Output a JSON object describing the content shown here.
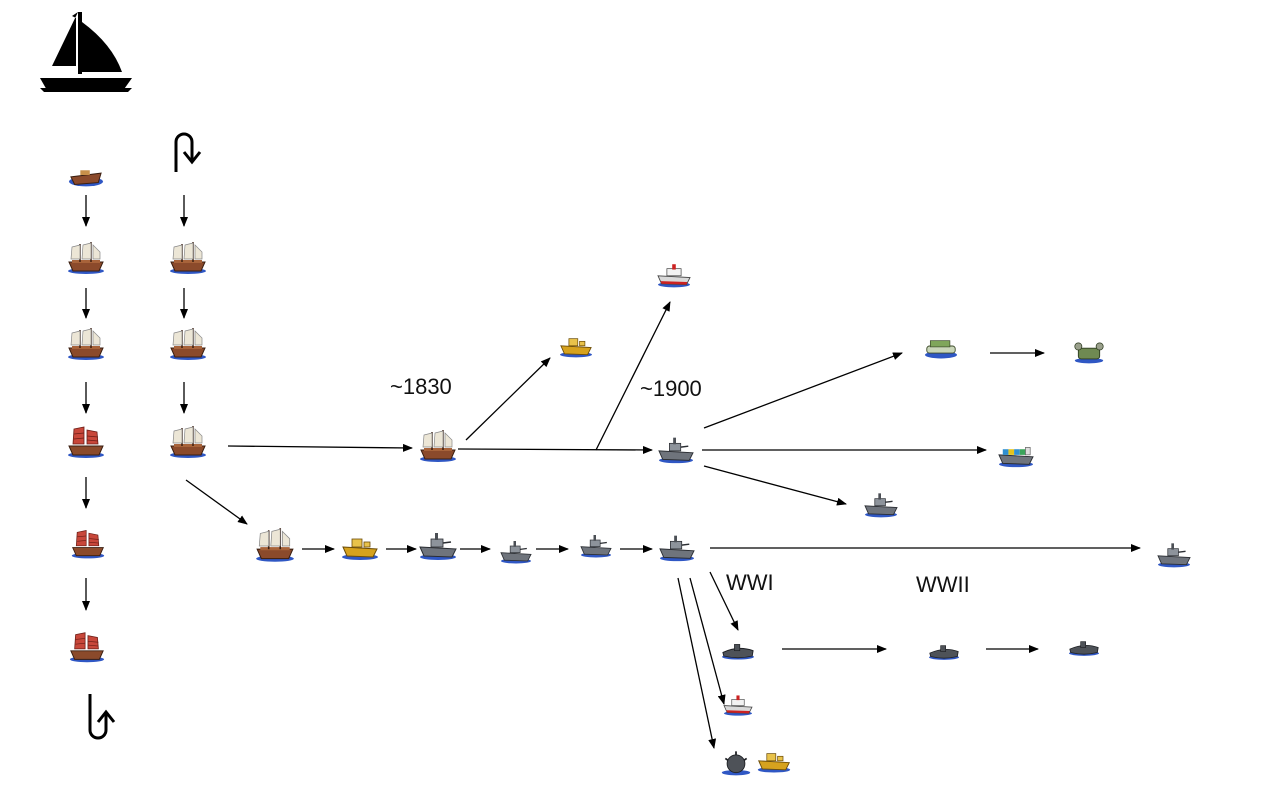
{
  "header": {
    "icon": "sailboat-icon"
  },
  "era_labels": {
    "c1830": "~1830",
    "c1900": "~1900",
    "ww1": "WWI",
    "ww2": "WWII"
  },
  "loop_icons": [
    "curved-arrow-right-down-icon",
    "curved-arrow-up-icon"
  ],
  "colors": {
    "wood": "#8b4a2b",
    "sail": "#ece6d6",
    "steel": "#6f747c",
    "water": "#2f57c4",
    "arrow": "#000000"
  }
}
